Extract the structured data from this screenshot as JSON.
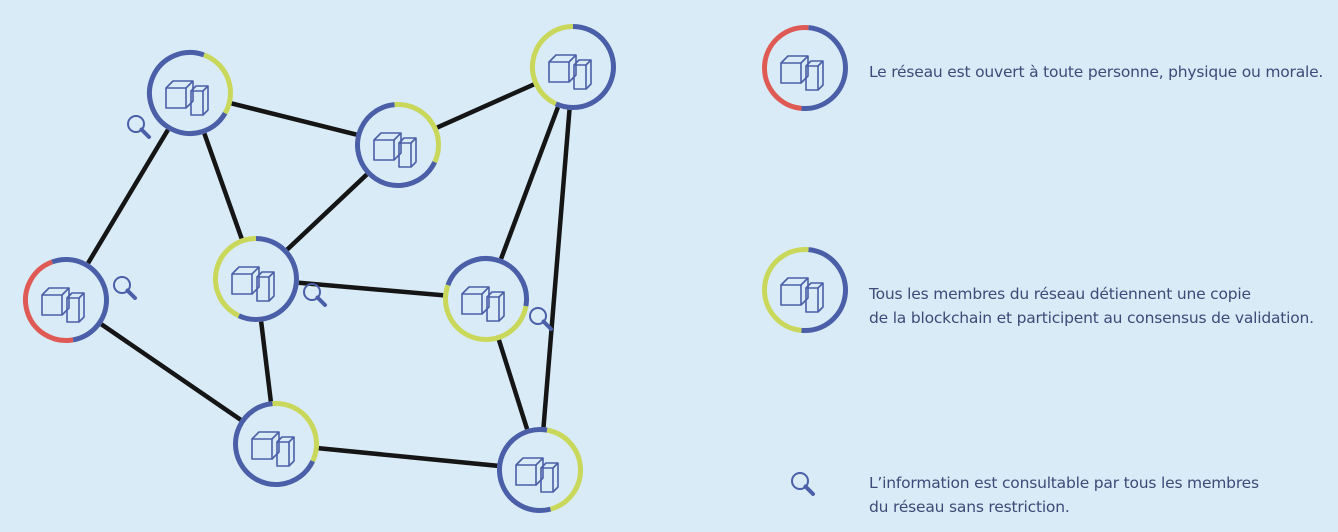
{
  "colors": {
    "background": "#d8ebf6",
    "ring_blue": "#4a5fa8",
    "ring_yellow": "#c9d85a",
    "ring_red": "#e05a55",
    "edge": "#151515",
    "icon_stroke": "#4a5fa8"
  },
  "icons": {
    "node": "cube-blocks-icon",
    "search": "magnifier-icon"
  },
  "nodes": [
    {
      "id": "n-top-left",
      "ring": "mostly-blue-yellow-right",
      "search_icon": true
    },
    {
      "id": "n-top-mid",
      "ring": "blue-yellow-top-right",
      "search_icon": false
    },
    {
      "id": "n-top-right",
      "ring": "yellow-left-blue-right",
      "search_icon": false
    },
    {
      "id": "n-left",
      "ring": "red-left-blue-right",
      "search_icon": true
    },
    {
      "id": "n-center",
      "ring": "yellow-left-blue-right",
      "search_icon": true
    },
    {
      "id": "n-right",
      "ring": "yellow-bottom-blue-top",
      "search_icon": true
    },
    {
      "id": "n-bottom-mid",
      "ring": "blue-yellow-top-right",
      "search_icon": false
    },
    {
      "id": "n-bottom-right",
      "ring": "blue-yellow-right",
      "search_icon": false
    }
  ],
  "legend": [
    {
      "id": "open-network",
      "lines": [
        "Le réseau est ouvert à toute personne, physique ou morale."
      ]
    },
    {
      "id": "consensus",
      "lines": [
        "Tous les membres du réseau détiennent une copie",
        "de la blockchain et participent au consensus de validation."
      ]
    },
    {
      "id": "transparency",
      "lines": [
        "L’information est consultable par tous les membres",
        "du réseau sans restriction."
      ]
    }
  ]
}
